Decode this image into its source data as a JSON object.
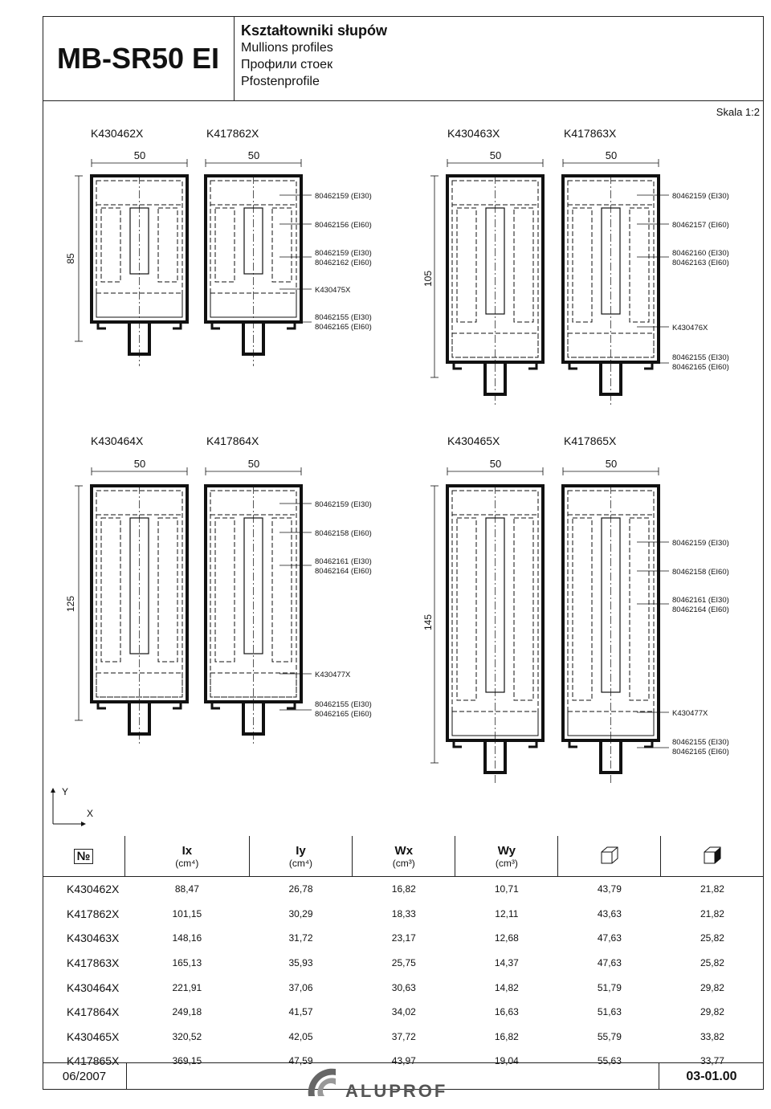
{
  "header": {
    "code": "MB-SR50 EI",
    "title_pl": "Kształtowniki słupów",
    "title_en": "Mullions profiles",
    "title_ru": "Профили стоек",
    "title_de": "Pfostenprofile"
  },
  "scale": "Skala 1:2",
  "profiles": {
    "row1": [
      "K430462X",
      "K417862X",
      "K430463X",
      "K417863X"
    ],
    "row2": [
      "K430464X",
      "K417864X",
      "K430465X",
      "K417865X"
    ],
    "width_dim": "50",
    "heights": [
      "85",
      "105",
      "125",
      "145"
    ]
  },
  "annotations": {
    "g1": [
      "80462159 (EI30)",
      "80462156 (EI60)",
      "80462159 (EI30)",
      "80462162 (EI60)",
      "K430475X",
      "80462155 (EI30)",
      "80462165 (EI60)"
    ],
    "g2": [
      "80462159 (EI30)",
      "80462157 (EI60)",
      "80462160 (EI30)",
      "80462163 (EI60)",
      "K430476X",
      "80462155 (EI30)",
      "80462165 (EI60)"
    ],
    "g3": [
      "80462159 (EI30)",
      "80462158 (EI60)",
      "80462161 (EI30)",
      "80462164 (EI60)",
      "K430477X",
      "80462155 (EI30)",
      "80462165 (EI60)"
    ],
    "g4": [
      "80462159 (EI30)",
      "80462158 (EI60)",
      "80462161 (EI30)",
      "80462164 (EI60)",
      "K430477X",
      "80462155 (EI30)",
      "80462165 (EI60)"
    ]
  },
  "axes": {
    "y": "Y",
    "x": "X"
  },
  "table": {
    "no_label": "№",
    "columns": [
      {
        "sym": "Ix",
        "unit": "(cm⁴)"
      },
      {
        "sym": "Iy",
        "unit": "(cm⁴)"
      },
      {
        "sym": "Wx",
        "unit": "(cm³)"
      },
      {
        "sym": "Wy",
        "unit": "(cm³)"
      }
    ],
    "icons": [
      "open-profile-icon",
      "filled-profile-icon"
    ],
    "rows": [
      [
        "K430462X",
        "88,47",
        "26,78",
        "16,82",
        "10,71",
        "43,79",
        "21,82"
      ],
      [
        "K417862X",
        "101,15",
        "30,29",
        "18,33",
        "12,11",
        "43,63",
        "21,82"
      ],
      [
        "K430463X",
        "148,16",
        "31,72",
        "23,17",
        "12,68",
        "47,63",
        "25,82"
      ],
      [
        "K417863X",
        "165,13",
        "35,93",
        "25,75",
        "14,37",
        "47,63",
        "25,82"
      ],
      [
        "K430464X",
        "221,91",
        "37,06",
        "30,63",
        "14,82",
        "51,79",
        "29,82"
      ],
      [
        "K417864X",
        "249,18",
        "41,57",
        "34,02",
        "16,63",
        "51,63",
        "29,82"
      ],
      [
        "K430465X",
        "320,52",
        "42,05",
        "37,72",
        "16,82",
        "55,79",
        "33,82"
      ],
      [
        "K417865X",
        "369,15",
        "47,59",
        "43,97",
        "19,04",
        "55,63",
        "33,77"
      ]
    ]
  },
  "footer": {
    "date": "06/2007",
    "brand": "ALUPROF",
    "page": "03-01.00"
  }
}
